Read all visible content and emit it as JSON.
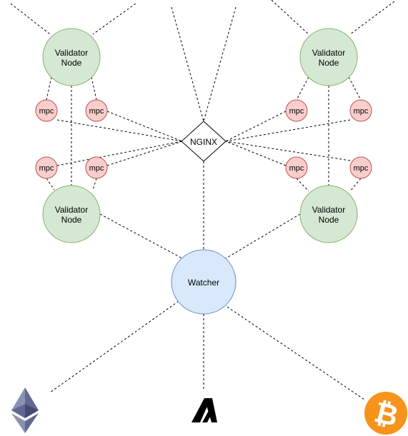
{
  "diagram": {
    "validator_label_line1": "Validator",
    "validator_label_line2": "Node",
    "mpc_label": "mpc",
    "nginx_label": "NGINX",
    "watcher_label": "Watcher"
  },
  "colors": {
    "validator_fill": "#d5e8d4",
    "validator_stroke": "#82b366",
    "mpc_fill": "#f8cecc",
    "mpc_stroke": "#b85450",
    "watcher_fill": "#dae8fc",
    "watcher_stroke": "#6c8ebf",
    "nginx_fill": "#ffffff",
    "nginx_stroke": "#000000",
    "bitcoin_orange": "#f7931a"
  },
  "icons": [
    "ethereum-icon",
    "algorand-icon",
    "bitcoin-icon"
  ]
}
